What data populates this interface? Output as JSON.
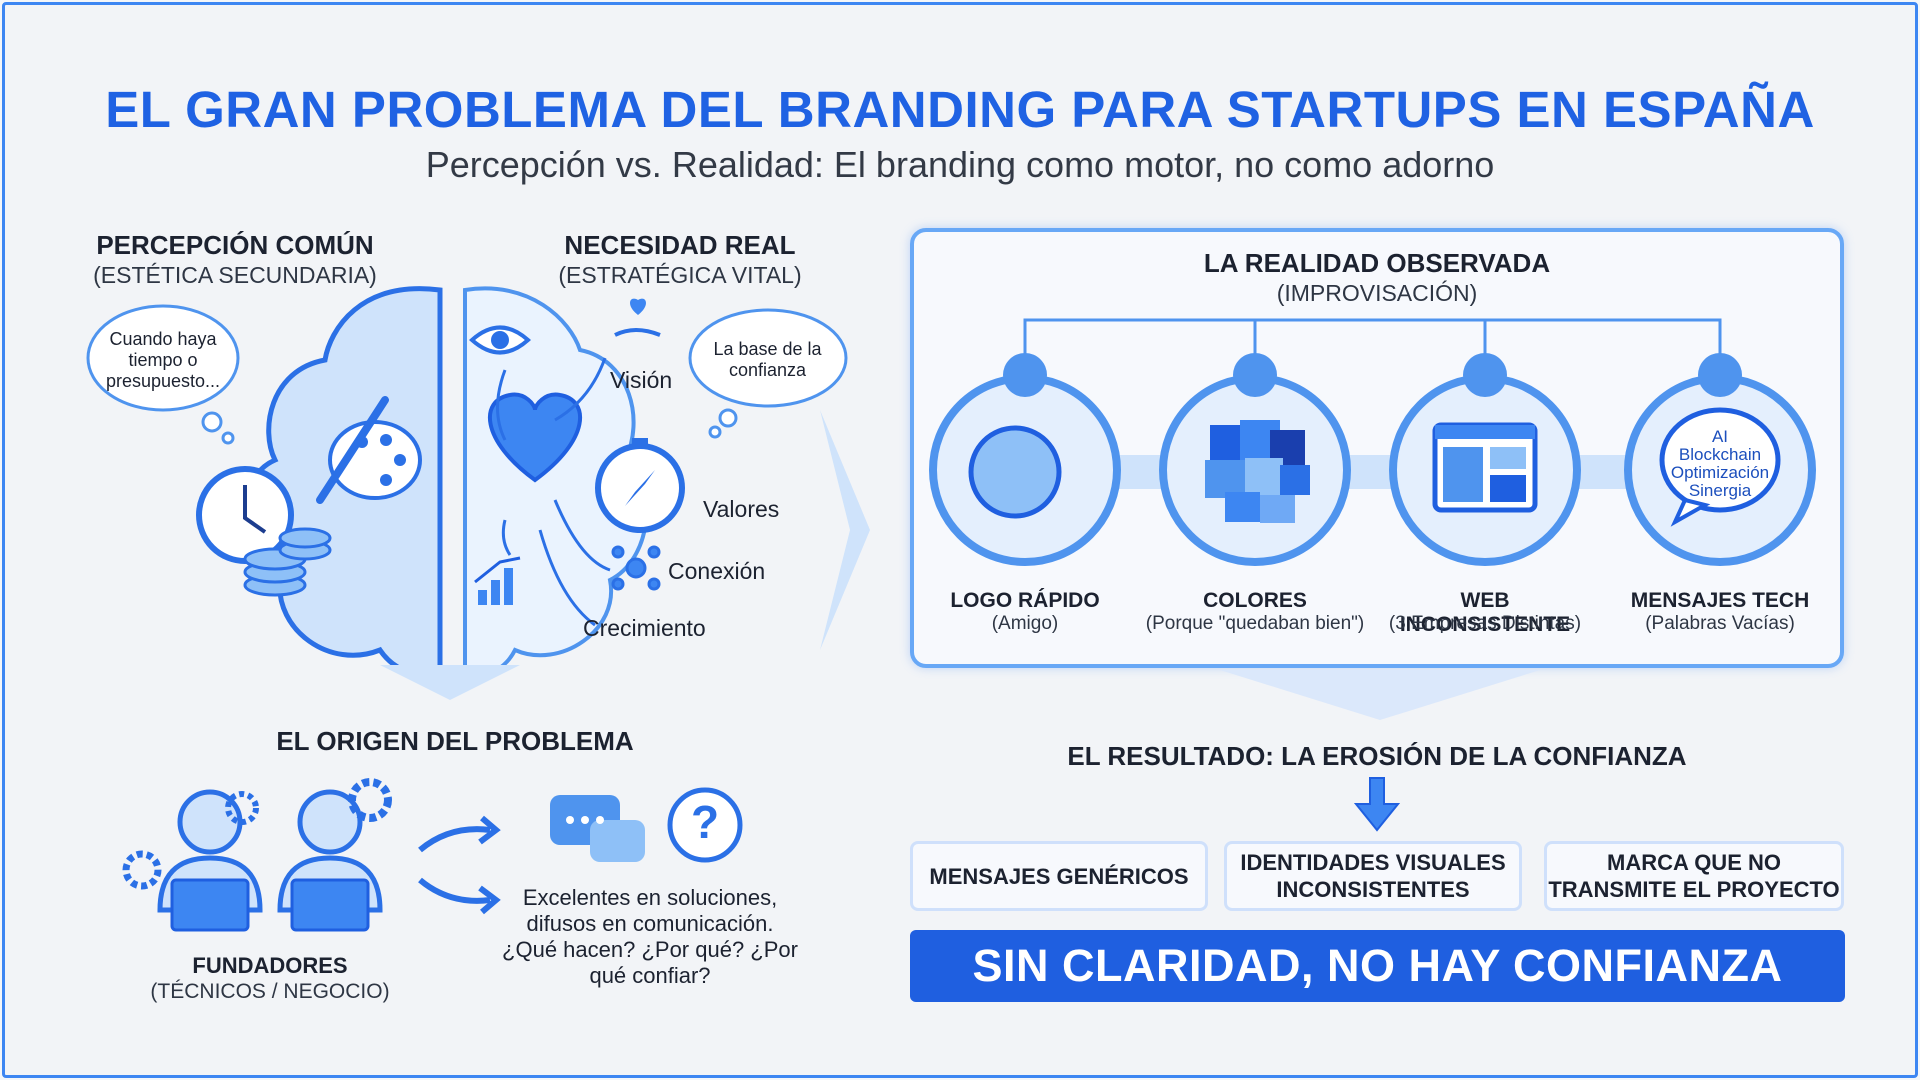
{
  "header": {
    "title": "EL GRAN PROBLEMA DEL BRANDING PARA STARTUPS EN ESPAÑA",
    "subtitle": "Percepción vs. Realidad: El branding como motor, no como adorno"
  },
  "perception": {
    "title": "PERCEPCIÓN COMÚN",
    "subtitle": "(ESTÉTICA SECUNDARIA)",
    "cloud": "Cuando haya tiempo o presupuesto..."
  },
  "need": {
    "title": "NECESIDAD REAL",
    "subtitle": "(ESTRATÉGICA VITAL)",
    "cloud": "La base de la confianza",
    "items": [
      "Visión",
      "Valores",
      "Conexión",
      "Crecimiento"
    ]
  },
  "origin": {
    "title": "EL ORIGEN DEL PROBLEMA",
    "founders_title": "FUNDADORES",
    "founders_sub": "(TÉCNICOS / NEGOCIO)",
    "description": "Excelentes en soluciones, difusos en comunicación. ¿Qué hacen? ¿Por qué? ¿Por qué confiar?",
    "question_mark": "?"
  },
  "reality": {
    "title": "LA REALIDAD OBSERVADA",
    "subtitle": "(IMPROVISACIÓN)",
    "steps": [
      {
        "title": "LOGO RÁPIDO",
        "sub": "(Amigo)",
        "icon": "chart-icon"
      },
      {
        "title": "COLORES",
        "sub": "(Porque \"quedaban bien\")",
        "icon": "palette-icon"
      },
      {
        "title": "WEB INCONSISTENTE",
        "sub": "(3 Empresas Distintas)",
        "icon": "devices-icon"
      },
      {
        "title": "MENSAJES TECH",
        "sub": "(Palabras Vacías)",
        "icon": "chat-icon"
      }
    ],
    "buzzwords": [
      "AI",
      "Blockchain",
      "Optimización",
      "Sinergia"
    ]
  },
  "result": {
    "title": "EL RESULTADO: LA EROSIÓN DE LA CONFIANZA",
    "boxes": [
      "MENSAJES GENÉRICOS",
      "IDENTIDADES VISUALES INCONSISTENTES",
      "MARCA QUE NO TRANSMITE EL PROYECTO"
    ],
    "banner": "SIN CLARIDAD, NO HAY CONFIANZA"
  },
  "colors": {
    "accent": "#1f62e3",
    "light_blue": "#cfe3fb",
    "mid_blue": "#4f94ee",
    "frame": "#3d86f2"
  }
}
